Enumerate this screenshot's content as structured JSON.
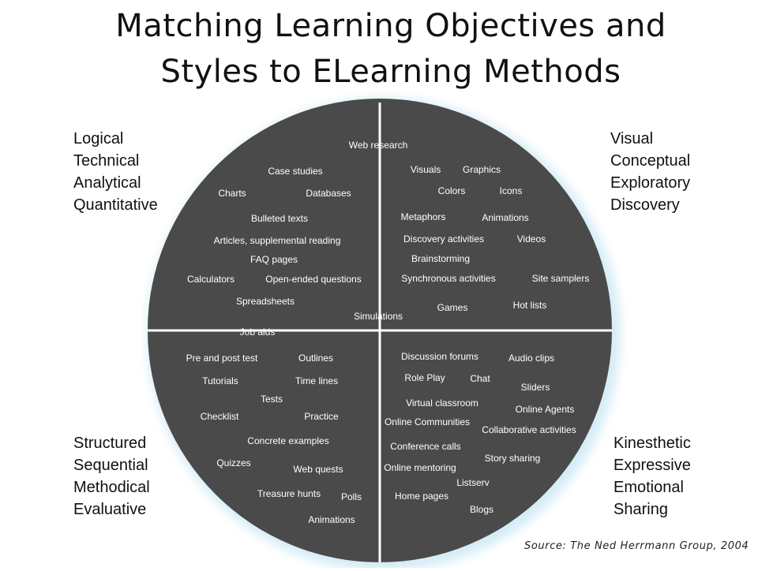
{
  "title": {
    "line1": "Matching Learning Objectives and",
    "line2": "Styles to ELearning Methods"
  },
  "quadrant_labels": {
    "top_left": [
      "Logical",
      "Technical",
      "Analytical",
      "Quantitative"
    ],
    "top_right": [
      "Visual",
      "Conceptual",
      "Exploratory",
      "Discovery"
    ],
    "bottom_left": [
      "Structured",
      "Sequential",
      "Methodical",
      "Evaluative"
    ],
    "bottom_right": [
      "Kinesthetic",
      "Expressive",
      "Emotional",
      "Sharing"
    ]
  },
  "terms": {
    "top_left": [
      "Case studies",
      "Charts",
      "Databases",
      "Bulleted texts",
      "Articles, supplemental reading",
      "FAQ pages",
      "Calculators",
      "Open-ended questions",
      "Spreadsheets",
      "Job aids"
    ],
    "top_right": [
      "Web research",
      "Visuals",
      "Graphics",
      "Colors",
      "Icons",
      "Metaphors",
      "Animations",
      "Discovery activities",
      "Videos",
      "Brainstorming",
      "Synchronous activities",
      "Site samplers",
      "Games",
      "Hot lists",
      "Simulations"
    ],
    "bottom_left": [
      "Pre and post test",
      "Outlines",
      "Tutorials",
      "Time lines",
      "Tests",
      "Checklist",
      "Practice",
      "Concrete examples",
      "Quizzes",
      "Web quests",
      "Treasure  hunts",
      "Polls",
      "Animations"
    ],
    "bottom_right": [
      "Discussion forums",
      "Audio clips",
      "Role Play",
      "Chat",
      "Sliders",
      "Virtual classroom",
      "Online Agents",
      "Online Communities",
      "Collaborative activities",
      "Conference calls",
      "Story sharing",
      "Online mentoring",
      "Listserv",
      "Home pages",
      "Blogs"
    ]
  },
  "source": "Source: The Ned Herrmann Group, 2004",
  "colors": {
    "circle_fill": "#4a4a4a",
    "circle_glow": "#d6ecf6",
    "divider": "#ffffff"
  }
}
